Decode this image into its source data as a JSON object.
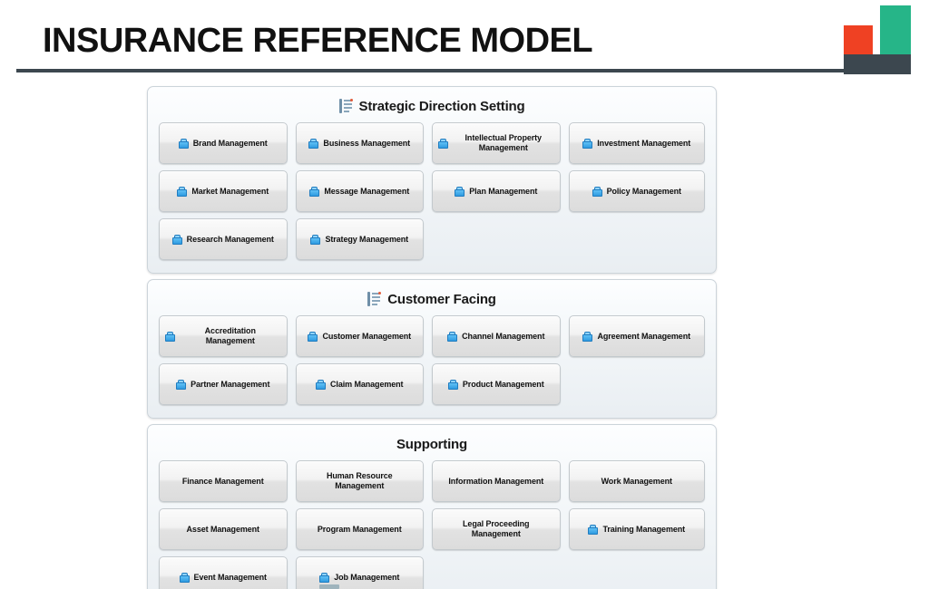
{
  "header": {
    "title": "INSURANCE REFERENCE MODEL",
    "logo": {
      "red": "#ef4123",
      "green": "#26b588",
      "dark": "#3c474f"
    },
    "rule_color": "#3c474f"
  },
  "sections": [
    {
      "title": "Strategic Direction Setting",
      "has_icon": true,
      "rows": [
        [
          {
            "label": "Brand Management",
            "icon": true
          },
          {
            "label": "Business Management",
            "icon": true
          },
          {
            "label": "Intellectual Property Management",
            "icon": true
          },
          {
            "label": "Investment Management",
            "icon": true
          }
        ],
        [
          {
            "label": "Market Management",
            "icon": true
          },
          {
            "label": "Message Management",
            "icon": true
          },
          {
            "label": "Plan Management",
            "icon": true
          },
          {
            "label": "Policy Management",
            "icon": true
          }
        ],
        [
          {
            "label": "Research Management",
            "icon": true
          },
          {
            "label": "Strategy Management",
            "icon": true
          },
          {
            "label": "",
            "icon": false,
            "empty": true
          },
          {
            "label": "",
            "icon": false,
            "empty": true
          }
        ]
      ]
    },
    {
      "title": "Customer Facing",
      "has_icon": true,
      "rows": [
        [
          {
            "label": "Accreditation Management",
            "icon": true
          },
          {
            "label": "Customer Management",
            "icon": true
          },
          {
            "label": "Channel Management",
            "icon": true
          },
          {
            "label": "Agreement Management",
            "icon": true
          }
        ],
        [
          {
            "label": "Partner Management",
            "icon": true
          },
          {
            "label": "Claim Management",
            "icon": true
          },
          {
            "label": "Product Management",
            "icon": true
          },
          {
            "label": "",
            "icon": false,
            "empty": true
          }
        ]
      ]
    },
    {
      "title": "Supporting",
      "has_icon": false,
      "rows": [
        [
          {
            "label": "Finance Management",
            "icon": false
          },
          {
            "label": "Human Resource Management",
            "icon": false
          },
          {
            "label": "Information Management",
            "icon": false
          },
          {
            "label": "Work Management",
            "icon": false
          }
        ],
        [
          {
            "label": "Asset Management",
            "icon": false
          },
          {
            "label": "Program Management",
            "icon": false
          },
          {
            "label": "Legal Proceeding Management",
            "icon": false
          },
          {
            "label": "Training Management",
            "icon": true
          }
        ],
        [
          {
            "label": "Event Management",
            "icon": true
          },
          {
            "label": "Job Management",
            "icon": true
          },
          {
            "label": "",
            "icon": false,
            "empty": true
          },
          {
            "label": "",
            "icon": false,
            "empty": true
          }
        ]
      ]
    }
  ],
  "icons": {
    "section": "document-list-icon",
    "card": "briefcase-icon"
  }
}
